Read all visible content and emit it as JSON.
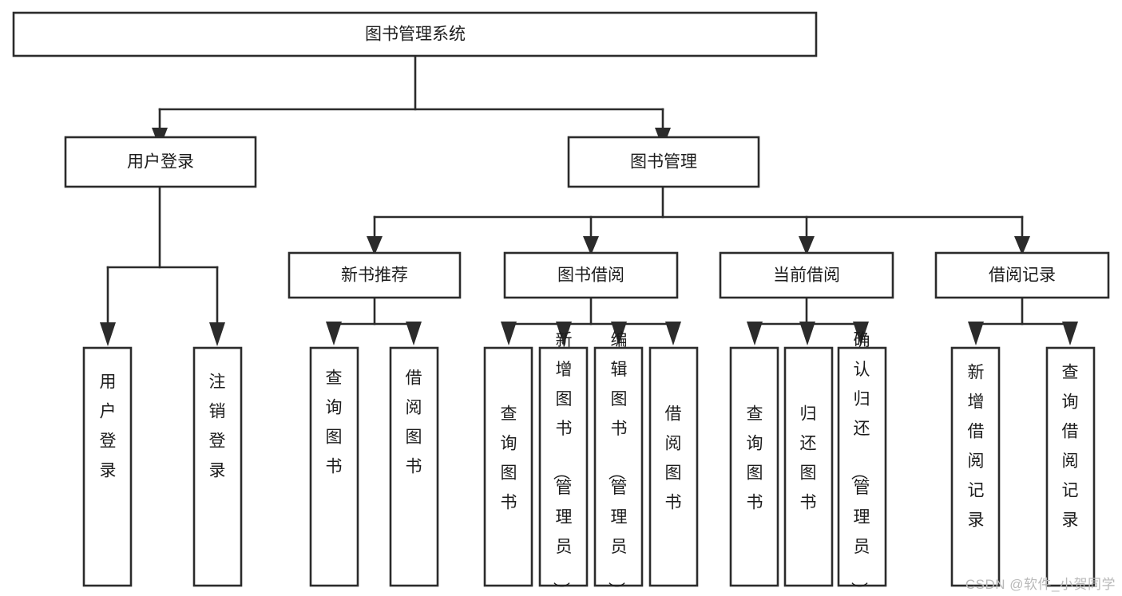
{
  "diagram": {
    "type": "hierarchy-tree",
    "title": "图书管理系统",
    "background_color": "#ffffff",
    "line_color": "#2b2b2b",
    "text_color": "#1c1c1c",
    "watermark": "CSDN @软件_小贺同学",
    "levels": 3,
    "root": {
      "label": "图书管理系统"
    },
    "level1": [
      {
        "label": "用户登录"
      },
      {
        "label": "图书管理"
      }
    ],
    "level2": [
      {
        "label": "新书推荐"
      },
      {
        "label": "图书借阅"
      },
      {
        "label": "当前借阅"
      },
      {
        "label": "借阅记录"
      }
    ],
    "leaves": {
      "user_login": [
        {
          "label": "用户登录"
        },
        {
          "label": "注销登录"
        }
      ],
      "new_book_recommend": [
        {
          "label": "查询图书"
        },
        {
          "label": "借阅图书"
        }
      ],
      "book_borrow": [
        {
          "label": "查询图书"
        },
        {
          "label": "新增图书（管理员）"
        },
        {
          "label": "编辑图书（管理员）"
        },
        {
          "label": "借阅图书"
        }
      ],
      "current_borrow": [
        {
          "label": "查询图书"
        },
        {
          "label": "归还图书"
        },
        {
          "label": "确认归还（管理员）"
        }
      ],
      "borrow_record": [
        {
          "label": "新增借阅记录"
        },
        {
          "label": "查询借阅记录"
        }
      ]
    }
  }
}
